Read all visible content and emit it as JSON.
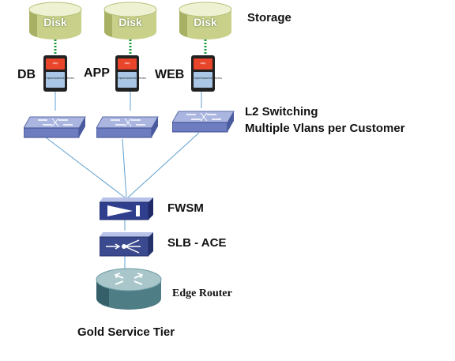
{
  "storage": {
    "title": "Storage",
    "disk_label": "Disk",
    "colors": {
      "disk_top": "#e9efc9",
      "disk_body": "#c9d08a",
      "disk_shadow": "#8e9a4f"
    }
  },
  "servers": [
    {
      "name": "DB",
      "app_tag": "App",
      "os_tag": "OpenSolarisSystems"
    },
    {
      "name": "APP",
      "app_tag": "App",
      "os_tag": "OpenSolarisSystems"
    },
    {
      "name": "WEB",
      "app_tag": "App",
      "os_tag": "OpenSolarisSystems"
    }
  ],
  "switching": {
    "line1": "L2 Switching",
    "line2": "Multiple Vlans per Customer"
  },
  "firewall": {
    "label": "FWSM"
  },
  "load_balancer": {
    "label": "SLB - ACE"
  },
  "router": {
    "label": "Edge Router"
  },
  "tier": {
    "label": "Gold Service Tier"
  },
  "colors": {
    "link": "#5fa0d0",
    "san_link": "#1a9a3a",
    "device_blue": "#6d7dbf",
    "device_dark": "#3b4a8e",
    "server_red": "#e8452a",
    "server_blue": "#a9c6e6",
    "router_teal": "#5f8f98"
  }
}
